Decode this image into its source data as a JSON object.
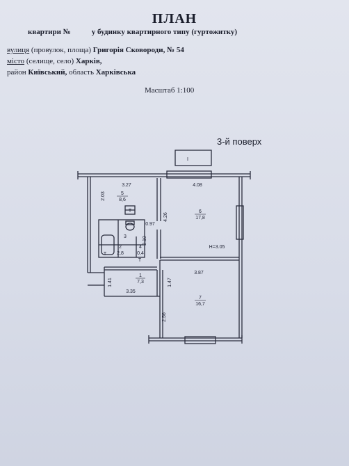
{
  "header": {
    "title": "ПЛАН",
    "subtitle_left": "квартири №",
    "subtitle_right": "у будинку квартирного типу (гуртожитку)"
  },
  "address": {
    "street_label": "вулиця",
    "street_hint": "(провулок, площа)",
    "street_value": "Григорія Сковороди, № 54",
    "city_label": "місто",
    "city_hint": "(селище, село)",
    "city_value": "Харків,",
    "district_label": "район",
    "district_value": "Київський,",
    "region_label": "область",
    "region_value": "Харківська"
  },
  "scale": "Масштаб 1:100",
  "floor_label": "3-й поверх",
  "rooms": [
    {
      "num": "5",
      "area": "8,6"
    },
    {
      "num": "6",
      "area": "17,8"
    },
    {
      "num": "2",
      "area": "2,8"
    },
    {
      "num": "3",
      "area": ""
    },
    {
      "num": "4",
      "area": "0,4"
    },
    {
      "num": "1",
      "area": "7,3"
    },
    {
      "num": "7",
      "area": "16,7"
    }
  ],
  "dimensions": {
    "d327": "3.27",
    "d408": "4.08",
    "d203": "2.03",
    "d426": "4.26",
    "d097": "0.97",
    "d210": "2.10",
    "d387": "3.87",
    "d141": "1.41",
    "d147": "1.47",
    "d335": "3.35",
    "d256": "2.56",
    "height": "H=3.05"
  },
  "symbols": {
    "t1": "Т",
    "t2": "Т",
    "t3": "Т",
    "balcony_mark": "I"
  }
}
